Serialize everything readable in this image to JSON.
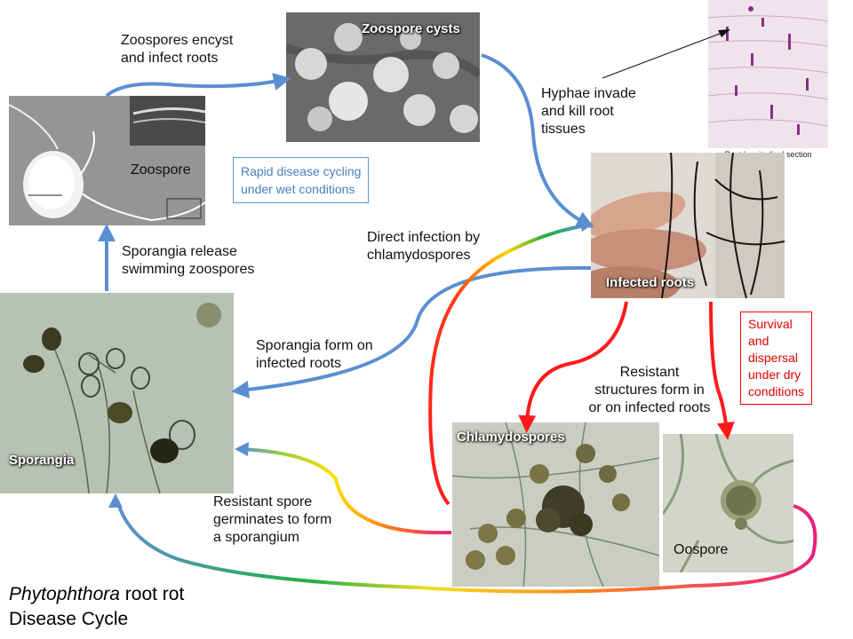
{
  "photos": {
    "zoospore": "Zoospore",
    "zoospore_cysts": "Zoospore cysts",
    "infected_roots": "Infected roots",
    "root_section": "Root longitudinal section",
    "sporangia": "Sporangia",
    "chlamydospores": "Chlamydospores",
    "oospore": "Oospore"
  },
  "labels": {
    "encyst_line1": "Zoospores encyst",
    "encyst_line2": "and infect roots",
    "hyphae_line1": "Hyphae invade",
    "hyphae_line2": "and kill root",
    "hyphae_line3": "tissues",
    "direct_line1": "Direct infection by",
    "direct_line2": "chlamydospores",
    "release_line1": "Sporangia release",
    "release_line2": "swimming zoospores",
    "form_line1": "Sporangia form on",
    "form_line2": "infected roots",
    "resistant_line1": "Resistant",
    "resistant_line2": "structures form in",
    "resistant_line3": "or on infected roots",
    "germ_line1": "Resistant spore",
    "germ_line2": "germinates to form",
    "germ_line3": "a sporangium"
  },
  "boxes": {
    "wet_line1": "Rapid disease cycling",
    "wet_line2": "under wet conditions",
    "dry_line1": "Survival",
    "dry_line2": "and",
    "dry_line3": "dispersal",
    "dry_line4": "under dry",
    "dry_line5": "conditions"
  },
  "title": {
    "italic": "Phytophthora",
    "rest": " root rot",
    "line2": "Disease Cycle"
  },
  "colors": {
    "wet_arrow": "#5b8fd0",
    "dry_arrow": "#ff1a1a",
    "gradient": [
      "#e8207a",
      "#ff3b1a",
      "#ffd200",
      "#e8f020",
      "#22b040",
      "#5b8fd0"
    ]
  }
}
